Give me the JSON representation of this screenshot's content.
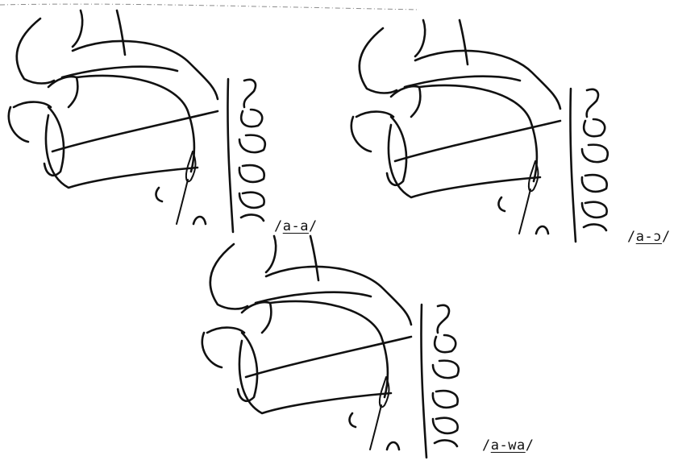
{
  "figures": [
    {
      "id": "a-a",
      "label": {
        "open": "/",
        "underlined": "a-a",
        "close": "/"
      }
    },
    {
      "id": "a-o",
      "label": {
        "open": "/",
        "underlined": "a-ɔ",
        "close": "/"
      }
    },
    {
      "id": "a-wa",
      "label": {
        "open": "/",
        "underlined": "a-wa",
        "close": "/"
      }
    }
  ]
}
